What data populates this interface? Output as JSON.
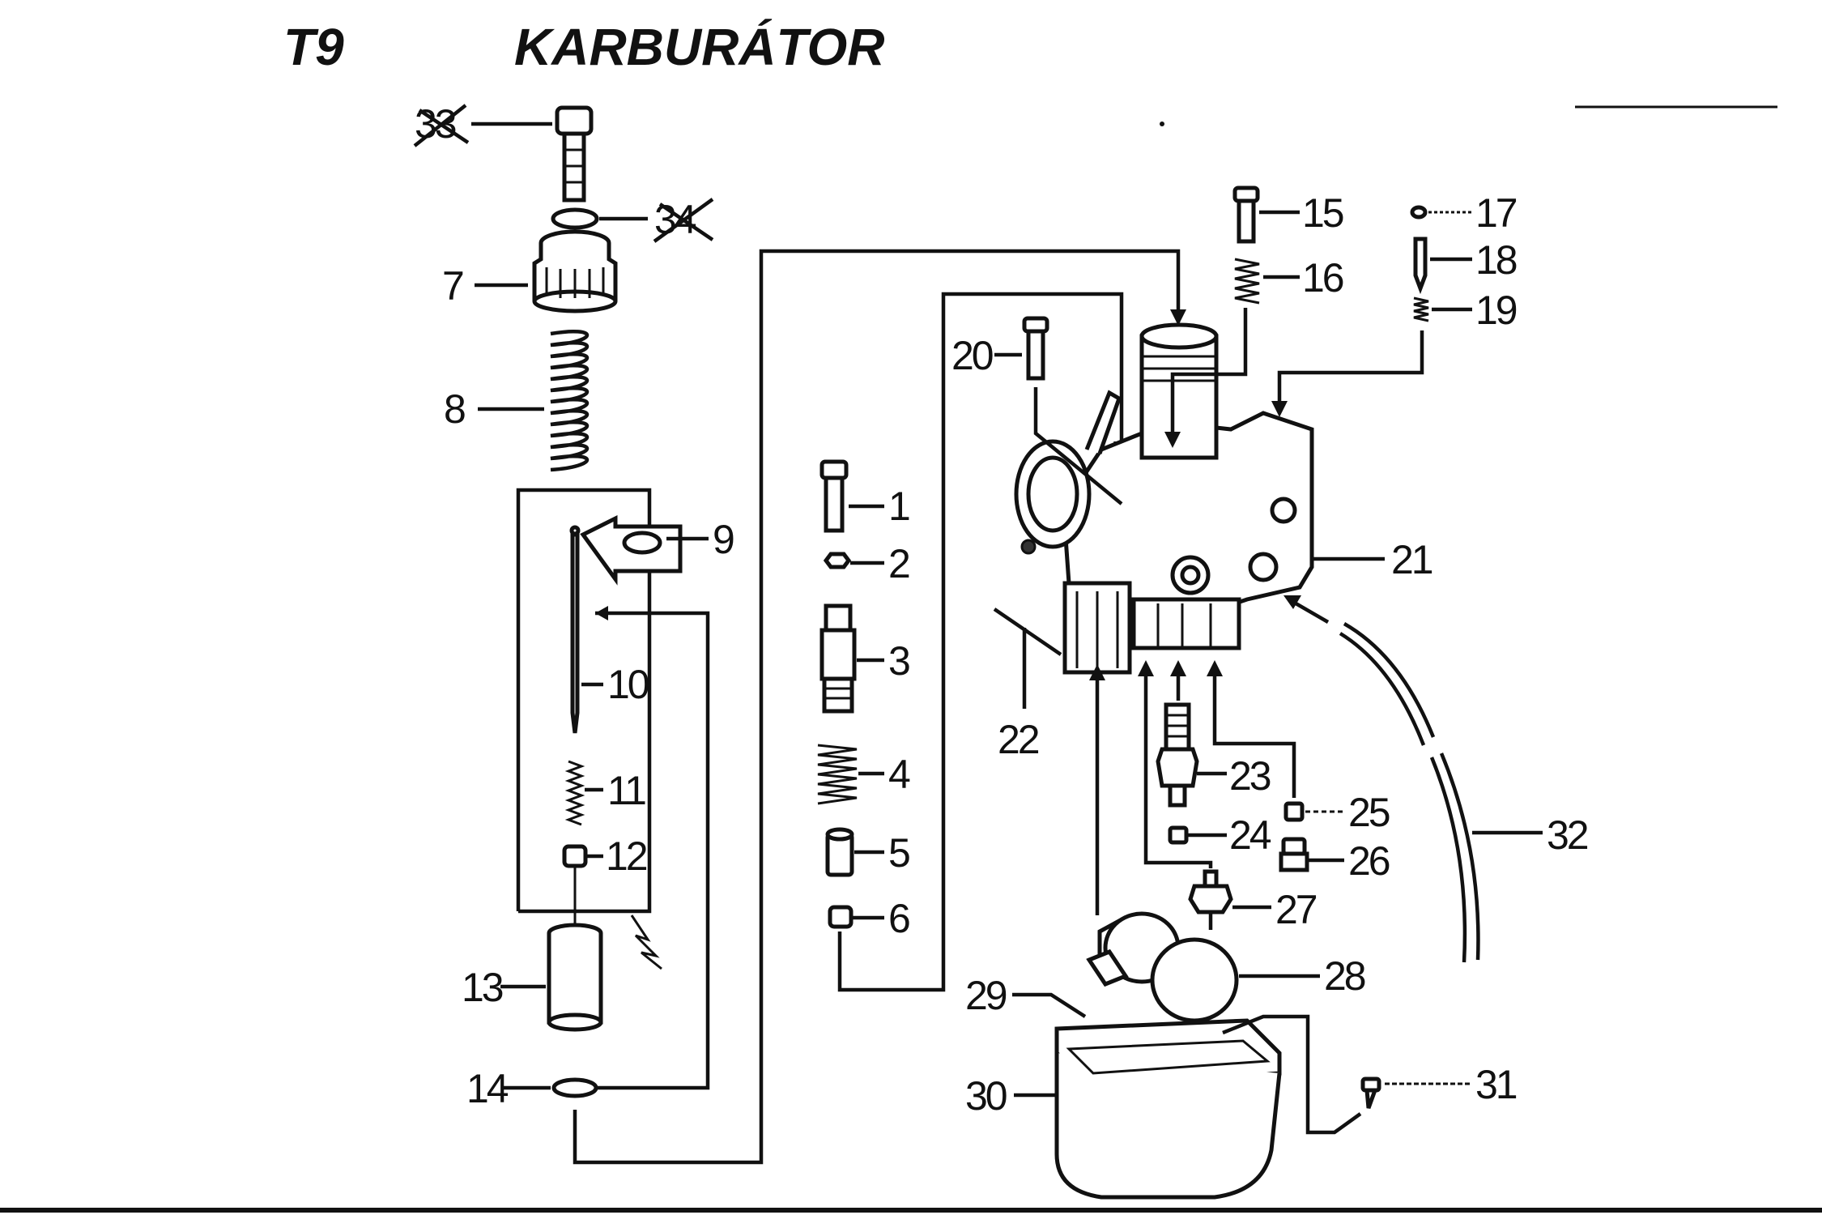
{
  "header": {
    "code": "T9",
    "title": "KARBURÁTOR"
  },
  "colors": {
    "ink": "#111111",
    "paper": "#ffffff"
  },
  "parts": [
    {
      "id": "p1",
      "label": "1"
    },
    {
      "id": "p2",
      "label": "2"
    },
    {
      "id": "p3",
      "label": "3"
    },
    {
      "id": "p4",
      "label": "4"
    },
    {
      "id": "p5",
      "label": "5"
    },
    {
      "id": "p6",
      "label": "6"
    },
    {
      "id": "p7",
      "label": "7"
    },
    {
      "id": "p8",
      "label": "8"
    },
    {
      "id": "p9",
      "label": "9"
    },
    {
      "id": "p10",
      "label": "10"
    },
    {
      "id": "p11",
      "label": "11"
    },
    {
      "id": "p12",
      "label": "12"
    },
    {
      "id": "p13",
      "label": "13"
    },
    {
      "id": "p14",
      "label": "14"
    },
    {
      "id": "p15",
      "label": "15"
    },
    {
      "id": "p16",
      "label": "16"
    },
    {
      "id": "p17",
      "label": "17"
    },
    {
      "id": "p18",
      "label": "18"
    },
    {
      "id": "p19",
      "label": "19"
    },
    {
      "id": "p20",
      "label": "20"
    },
    {
      "id": "p21",
      "label": "21"
    },
    {
      "id": "p22",
      "label": "22"
    },
    {
      "id": "p23",
      "label": "23"
    },
    {
      "id": "p24",
      "label": "24"
    },
    {
      "id": "p25",
      "label": "25"
    },
    {
      "id": "p26",
      "label": "26"
    },
    {
      "id": "p27",
      "label": "27"
    },
    {
      "id": "p28",
      "label": "28"
    },
    {
      "id": "p29",
      "label": "29"
    },
    {
      "id": "p30",
      "label": "30"
    },
    {
      "id": "p31",
      "label": "31"
    },
    {
      "id": "p32",
      "label": "32"
    },
    {
      "id": "p33",
      "label": "33",
      "crossed_out": true
    },
    {
      "id": "p34",
      "label": "34",
      "crossed_out": true
    }
  ]
}
